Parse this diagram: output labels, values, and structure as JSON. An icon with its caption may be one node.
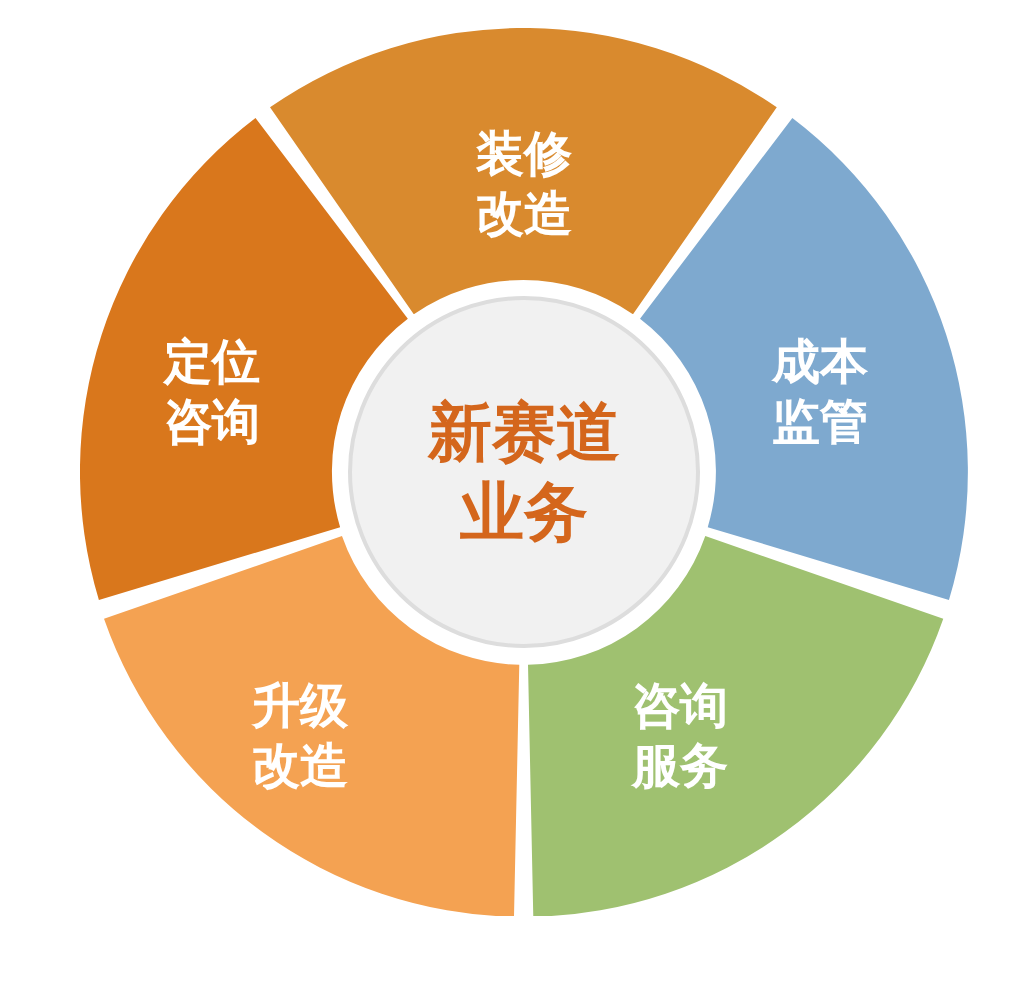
{
  "diagram": {
    "nodes": [
      {
        "text": [
          "装修改造"
        ]
      },
      {
        "text": [
          "定位咨询"
        ]
      },
      {
        "text": [
          "新赛道业务"
        ]
      },
      {
        "text": [
          "成本监管"
        ]
      },
      {
        "text": [
          "升级改造"
        ]
      },
      {
        "text": [
          "咨询服务"
        ]
      }
    ]
  }
}
